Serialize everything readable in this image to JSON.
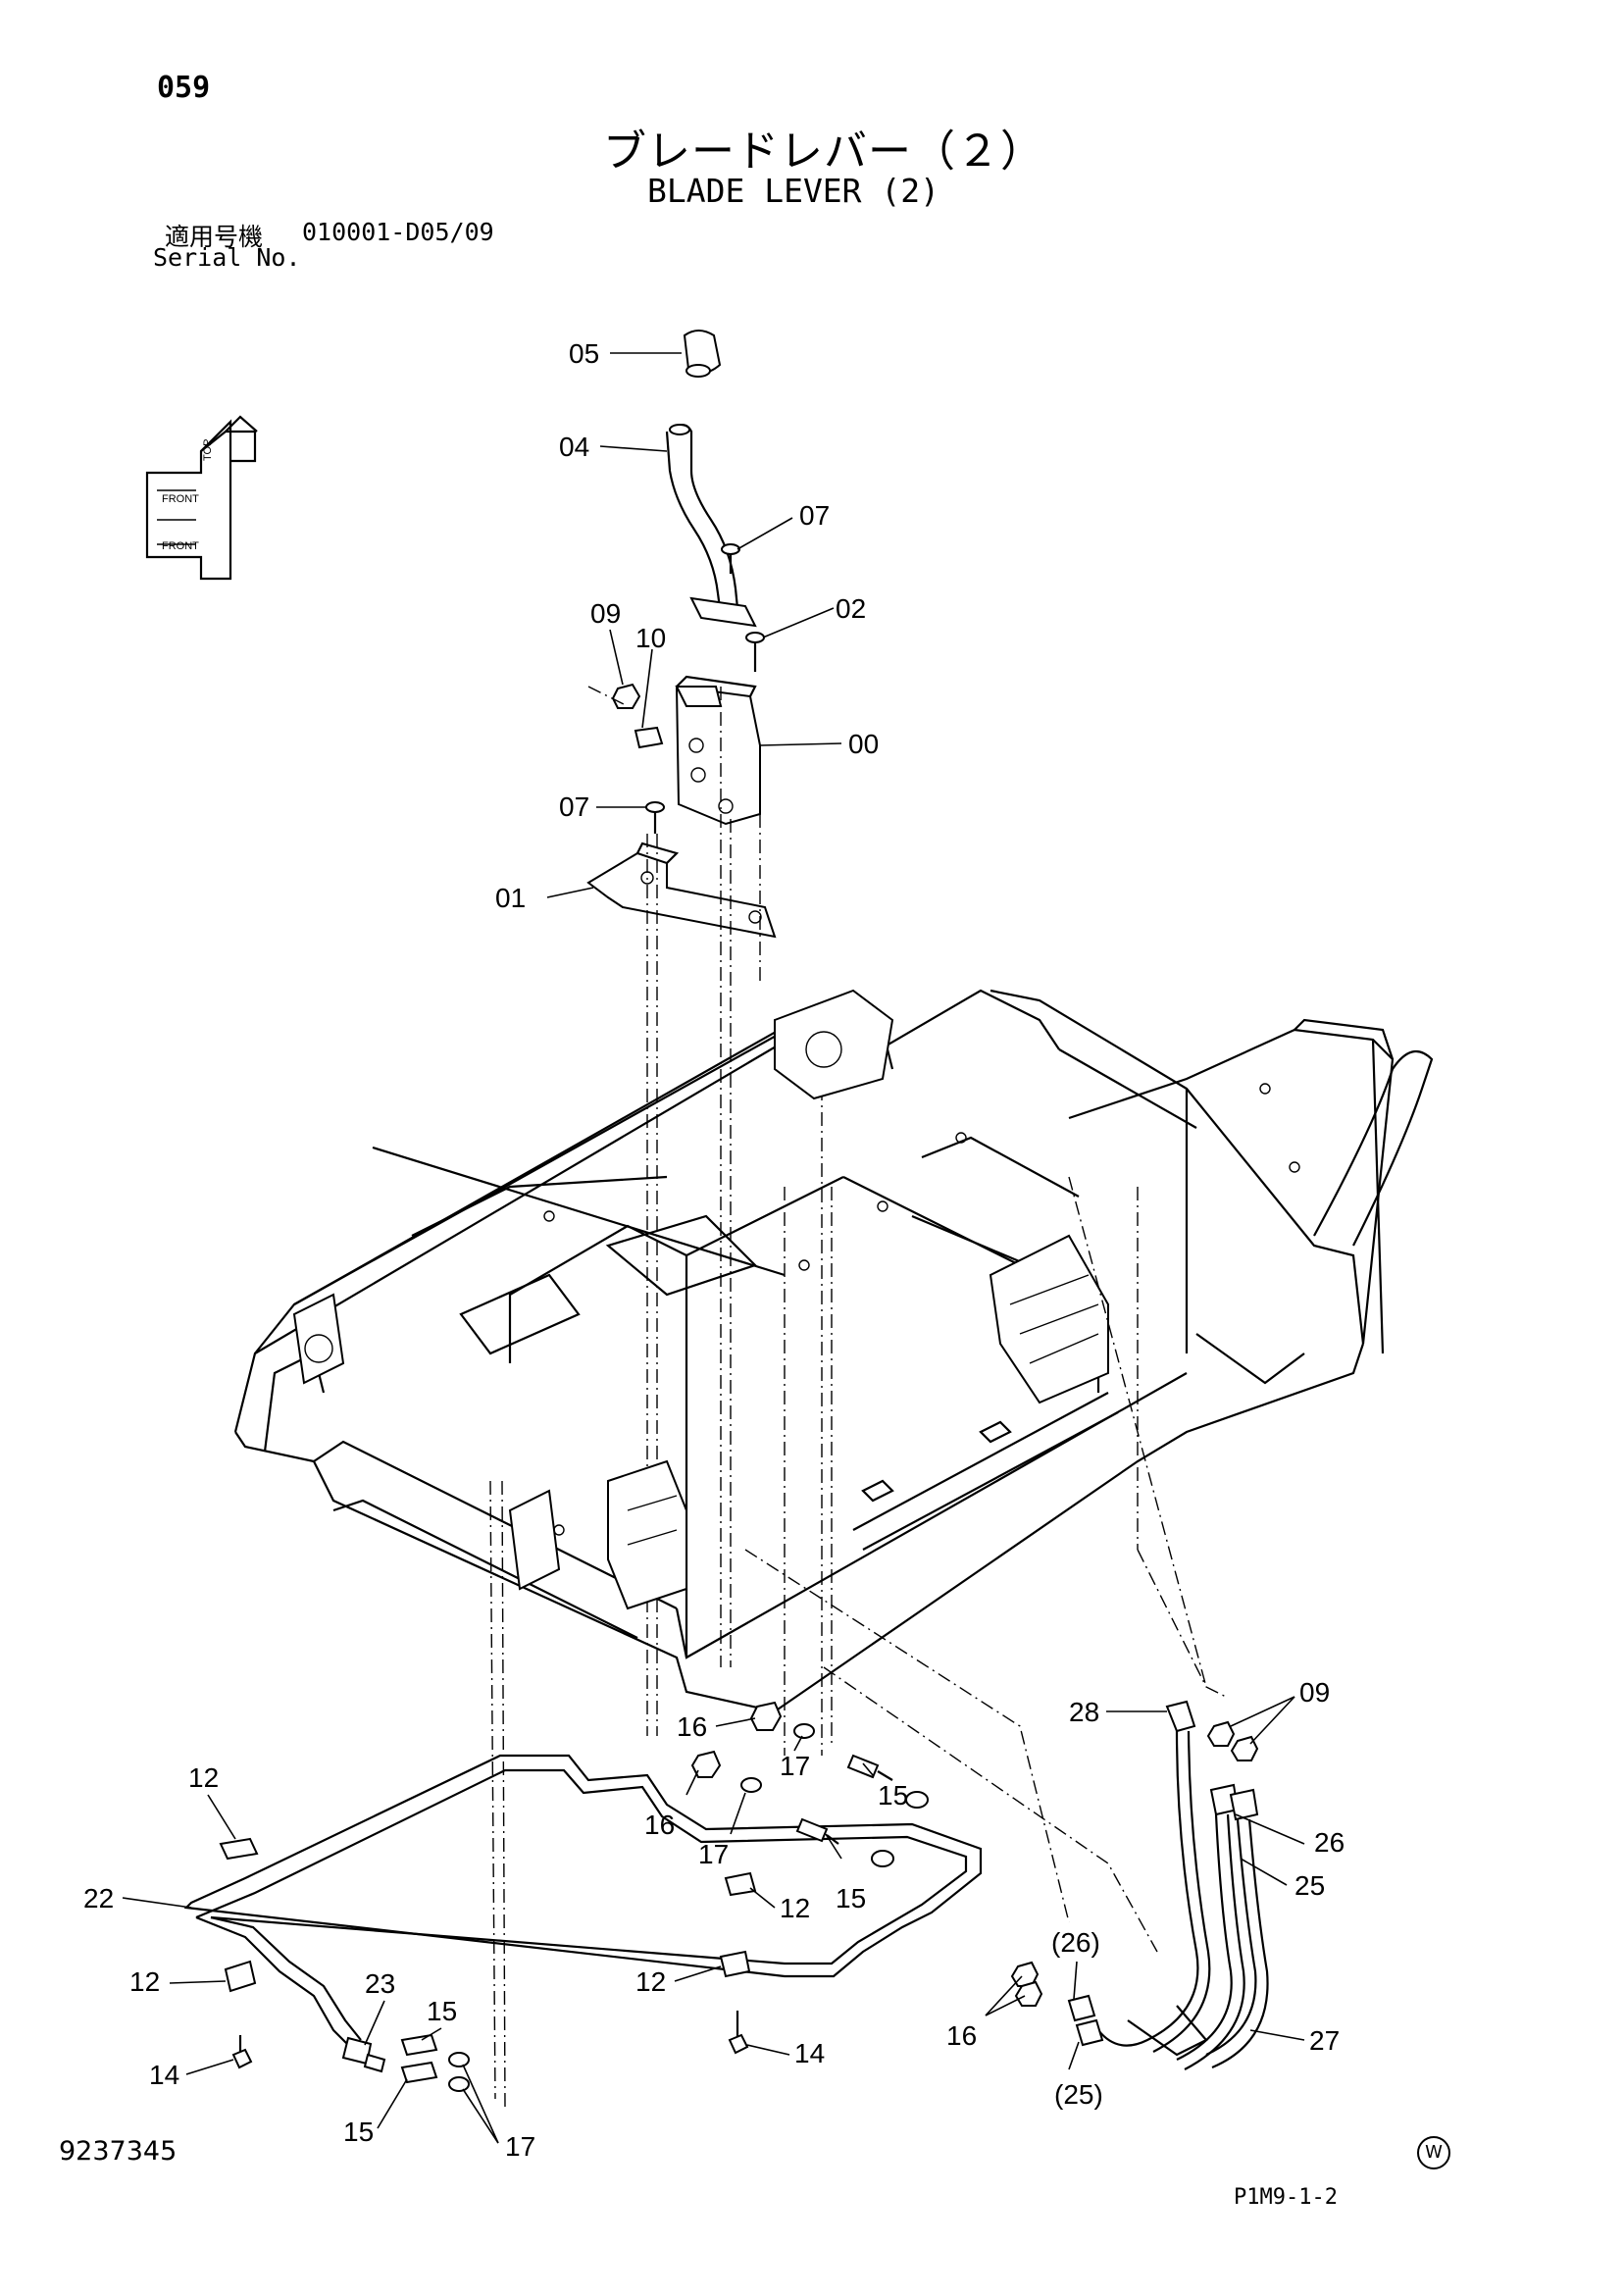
{
  "header": {
    "page_number": "059",
    "title_jp": "ブレードレバー（２）",
    "title_en": "BLADE LEVER (2)",
    "serial_label_jp": "適用号機",
    "serial_value": "010001-D05/09",
    "serial_label_en": "Serial No."
  },
  "footer": {
    "document_number": "9237345",
    "watermark_symbol": "W",
    "figure_code": "P1M9-1-2"
  },
  "callouts": [
    {
      "id": "c05",
      "label": "05"
    },
    {
      "id": "c04",
      "label": "04"
    },
    {
      "id": "c07a",
      "label": "07"
    },
    {
      "id": "c09a",
      "label": "09"
    },
    {
      "id": "c10",
      "label": "10"
    },
    {
      "id": "c02",
      "label": "02"
    },
    {
      "id": "c00",
      "label": "00"
    },
    {
      "id": "c07b",
      "label": "07"
    },
    {
      "id": "c01",
      "label": "01"
    },
    {
      "id": "c28",
      "label": "28"
    },
    {
      "id": "c09b",
      "label": "09"
    },
    {
      "id": "c16a",
      "label": "16"
    },
    {
      "id": "c17a",
      "label": "17"
    },
    {
      "id": "c16b",
      "label": "16"
    },
    {
      "id": "c15a",
      "label": "15"
    },
    {
      "id": "c17b",
      "label": "17"
    },
    {
      "id": "c15b",
      "label": "15"
    },
    {
      "id": "c26",
      "label": "26"
    },
    {
      "id": "c25",
      "label": "25"
    },
    {
      "id": "c12a",
      "label": "12"
    },
    {
      "id": "c22",
      "label": "22"
    },
    {
      "id": "c12b",
      "label": "12"
    },
    {
      "id": "c12c",
      "label": "12"
    },
    {
      "id": "c12d",
      "label": "12"
    },
    {
      "id": "c23",
      "label": "23"
    },
    {
      "id": "c15c",
      "label": "15"
    },
    {
      "id": "c14a",
      "label": "14"
    },
    {
      "id": "c14b",
      "label": "14"
    },
    {
      "id": "c15d",
      "label": "15"
    },
    {
      "id": "c17c",
      "label": "17"
    },
    {
      "id": "c26p",
      "label": "(26)"
    },
    {
      "id": "c16c",
      "label": "16"
    },
    {
      "id": "c25p",
      "label": "(25)"
    },
    {
      "id": "c27",
      "label": "27"
    }
  ],
  "direction_icon": {
    "icon": "front-top-direction-icon",
    "labels": [
      "TOP",
      "FRONT",
      "FRONT"
    ]
  }
}
